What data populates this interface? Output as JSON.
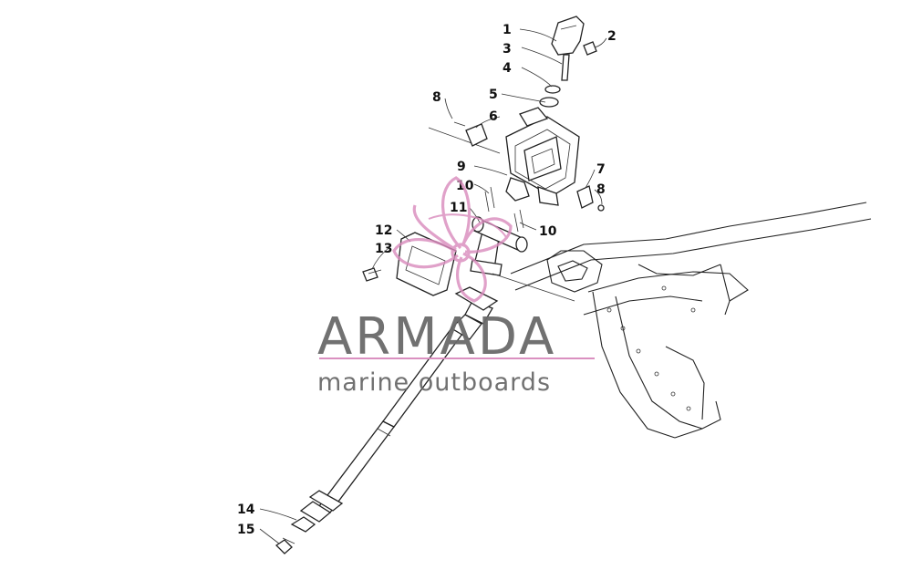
{
  "callouts": [
    {
      "id": "c1",
      "text": "1"
    },
    {
      "id": "c2",
      "text": "2"
    },
    {
      "id": "c3",
      "text": "3"
    },
    {
      "id": "c4",
      "text": "4"
    },
    {
      "id": "c5",
      "text": "5"
    },
    {
      "id": "c6",
      "text": "6"
    },
    {
      "id": "c7",
      "text": "7"
    },
    {
      "id": "c8a",
      "text": "8"
    },
    {
      "id": "c8b",
      "text": "8"
    },
    {
      "id": "c9",
      "text": "9"
    },
    {
      "id": "c10a",
      "text": "10"
    },
    {
      "id": "c10b",
      "text": "10"
    },
    {
      "id": "c11",
      "text": "11"
    },
    {
      "id": "c12",
      "text": "12"
    },
    {
      "id": "c13",
      "text": "13"
    },
    {
      "id": "c14",
      "text": "14"
    },
    {
      "id": "c15",
      "text": "15"
    }
  ],
  "watermark": {
    "brand": "ARMADA",
    "tagline": "marine outboards",
    "logo_color": "#d98bbd",
    "text_color": "#6a6a6a"
  }
}
